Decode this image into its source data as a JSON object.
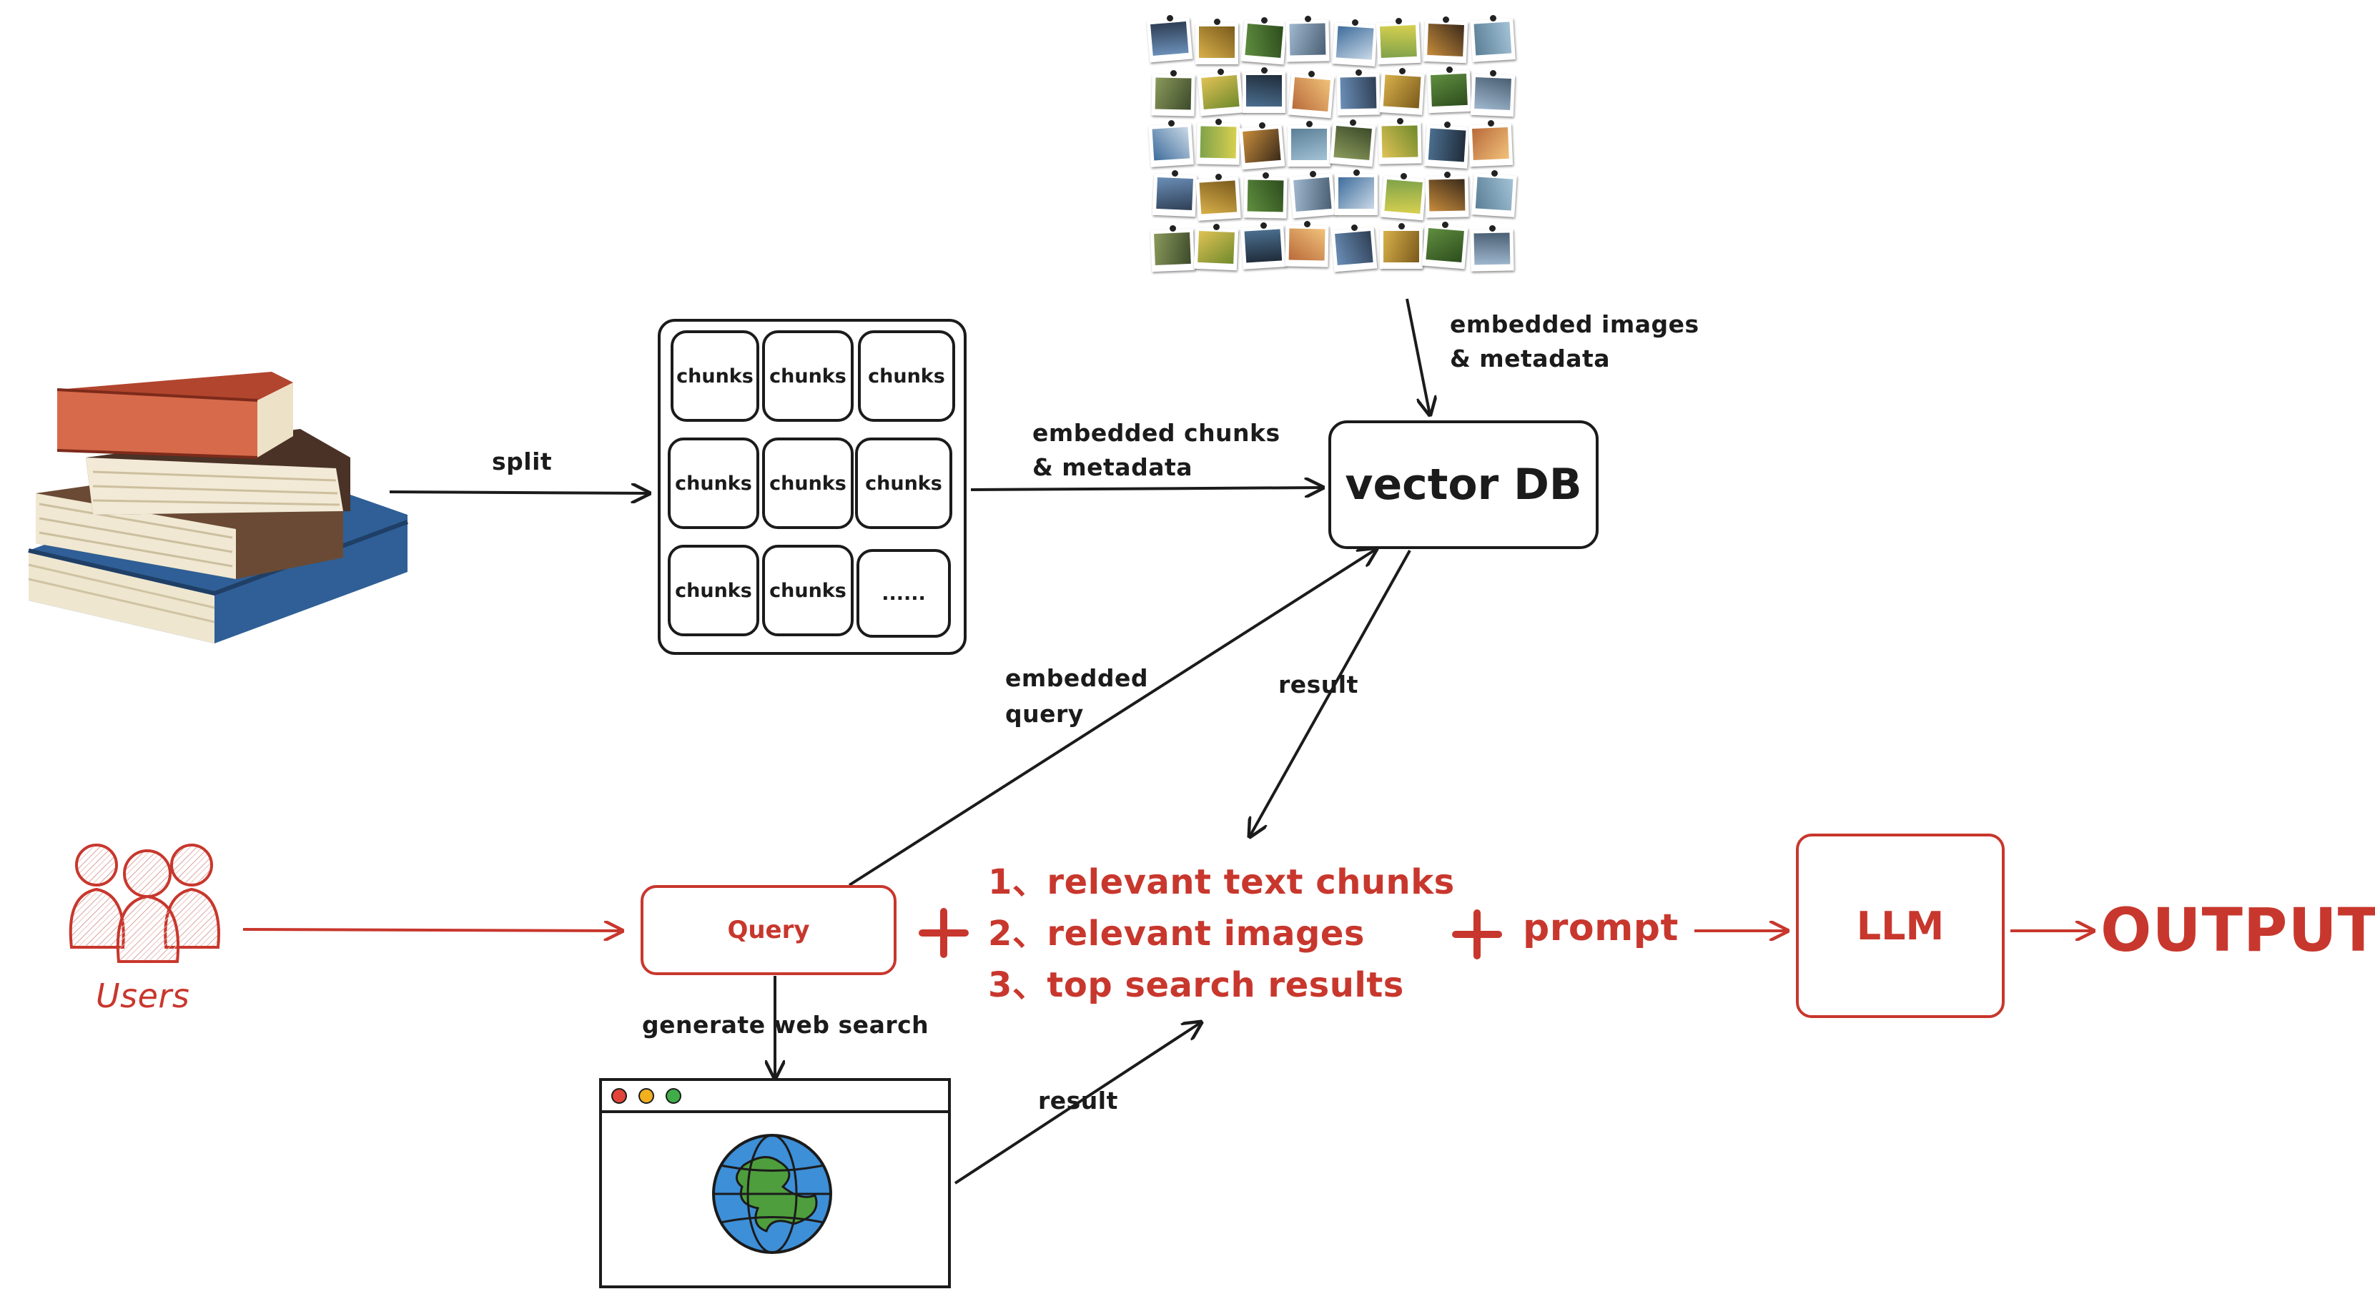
{
  "pipeline": {
    "split_label": "split",
    "embedded_chunks_label": [
      "embedded chunks",
      "& metadata"
    ],
    "embedded_images_label": [
      "embedded images",
      "& metadata"
    ],
    "vector_db_label": "vector DB",
    "embedded_query_label": [
      "embedded",
      "query"
    ],
    "result_db_label": "result",
    "result_web_label": "result",
    "generate_web_search_label": "generate web search"
  },
  "chunks_grid": {
    "cells": [
      "chunks",
      "chunks",
      "chunks",
      "chunks",
      "chunks",
      "chunks",
      "chunks",
      "chunks",
      "......"
    ]
  },
  "query_flow": {
    "users_label": "Users",
    "query_label": "Query",
    "plus_sign": "+",
    "context_items": [
      "1、relevant  text chunks",
      "2、relevant images",
      "3、top search results"
    ],
    "prompt_label": "prompt",
    "llm_label": "LLM",
    "output_label": "OUTPUT"
  },
  "colors": {
    "ink": "#1b1b1b",
    "accent_red": "#c8372d",
    "globe_blue": "#3d8fd8",
    "globe_land": "#4f9e3d",
    "dot_red": "#e0443a",
    "dot_yellow": "#f2b01e",
    "dot_green": "#3fae49"
  },
  "icons": [
    "books-stack-icon",
    "photo-collage-icon",
    "users-group-icon",
    "browser-window-icon",
    "globe-icon"
  ]
}
